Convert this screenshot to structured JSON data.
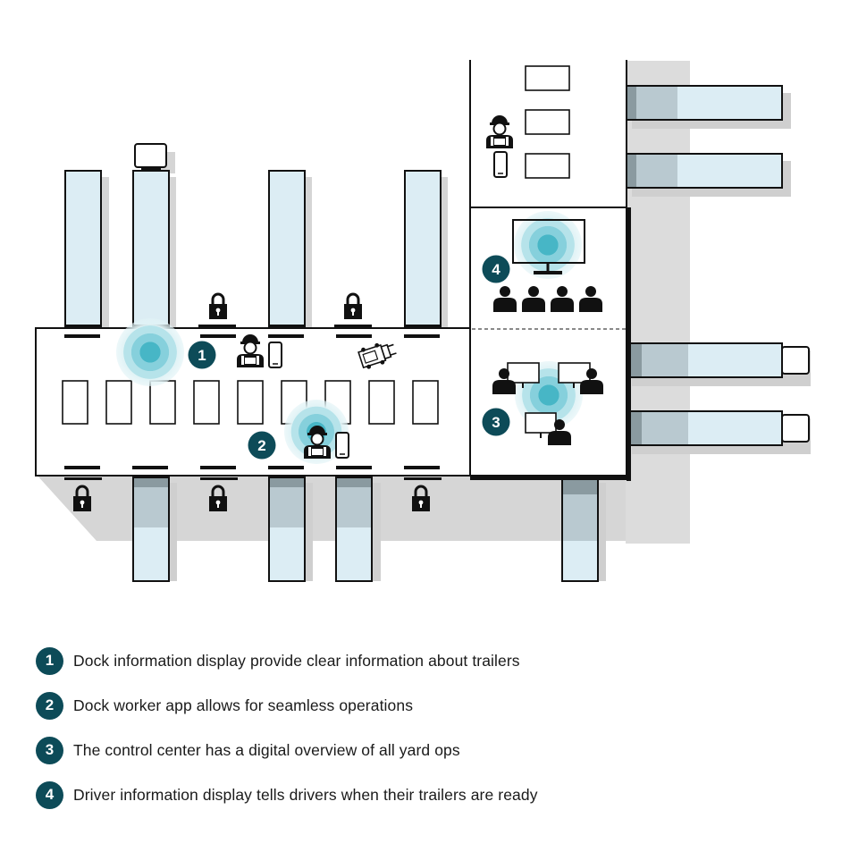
{
  "colors": {
    "accent": "#0d4b58",
    "trailer_fill": "#dcedf4",
    "trailer_dark": "#b9c9d0",
    "wave": "#5fc1d0",
    "outline": "#111111",
    "shadow": "#d4d4d4"
  },
  "callouts": [
    {
      "number": "1",
      "text": "Dock information display provide clear information about trailers"
    },
    {
      "number": "2",
      "text": "Dock worker app allows for seamless operations"
    },
    {
      "number": "3",
      "text": "The control center has a digital overview of all yard ops"
    },
    {
      "number": "4",
      "text": "Driver information display tells drivers when their trailers are ready"
    }
  ],
  "icons": [
    "lock-icon",
    "worker-icon",
    "phone-icon",
    "person-icon",
    "monitor-icon",
    "forklift-icon",
    "wave-signal-icon"
  ]
}
